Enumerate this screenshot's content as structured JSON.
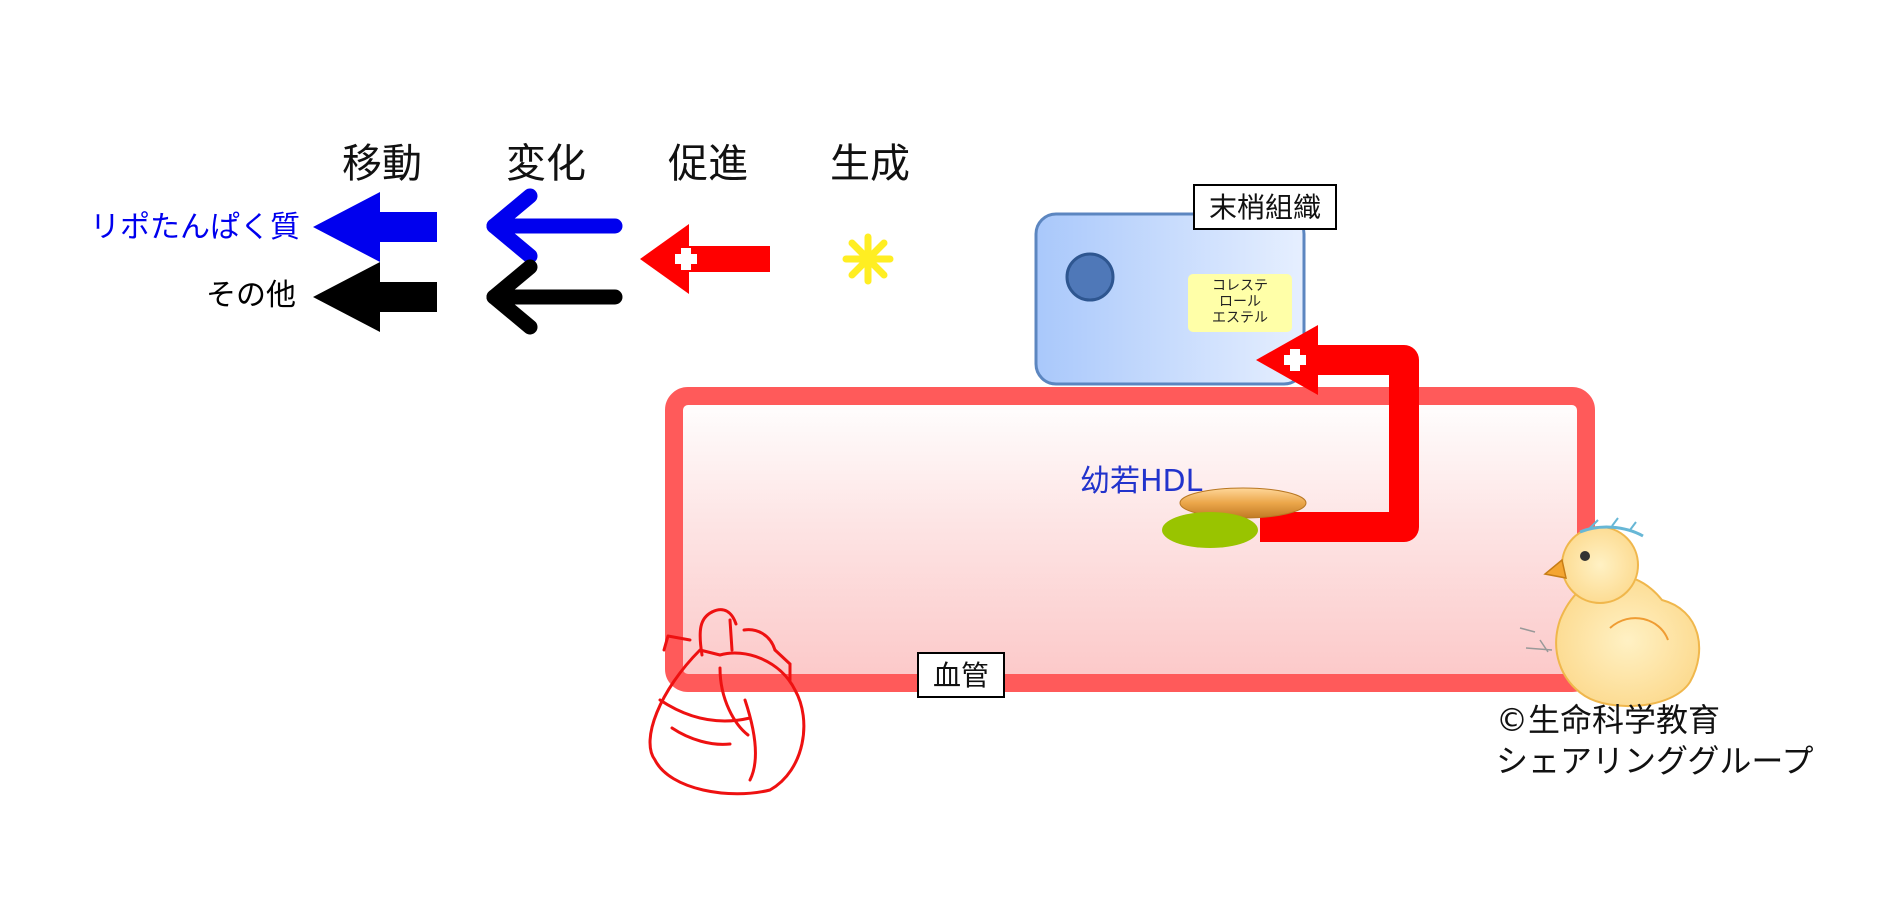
{
  "legend": {
    "headers": {
      "move": "移動",
      "change": "変化",
      "promote": "促進",
      "generate": "生成"
    },
    "rows": {
      "lipoprotein": "リポたんぱく質",
      "other": "その他"
    }
  },
  "diagram": {
    "peripheral_tissue_label": "末梢組織",
    "cholesterol_ester_lines": [
      "コレステ",
      "ロール",
      "エステル"
    ],
    "blood_vessel_label": "血管",
    "young_hdl_label": "幼若HDL"
  },
  "credit": {
    "line1": "©生命科学教育",
    "line2": "シェアリンググループ"
  },
  "colors": {
    "lipoprotein_arrow": "#0000ee",
    "other_arrow": "#000000",
    "promote_arrow": "#ff0000",
    "generate_mark": "#ffee22",
    "vessel_border": "#ff5a5a",
    "tissue_fill": "#c6dcff",
    "hdl_label_text": "#2233cc",
    "hdl_green": "#99c400",
    "hdl_orange": "#e9a640"
  }
}
